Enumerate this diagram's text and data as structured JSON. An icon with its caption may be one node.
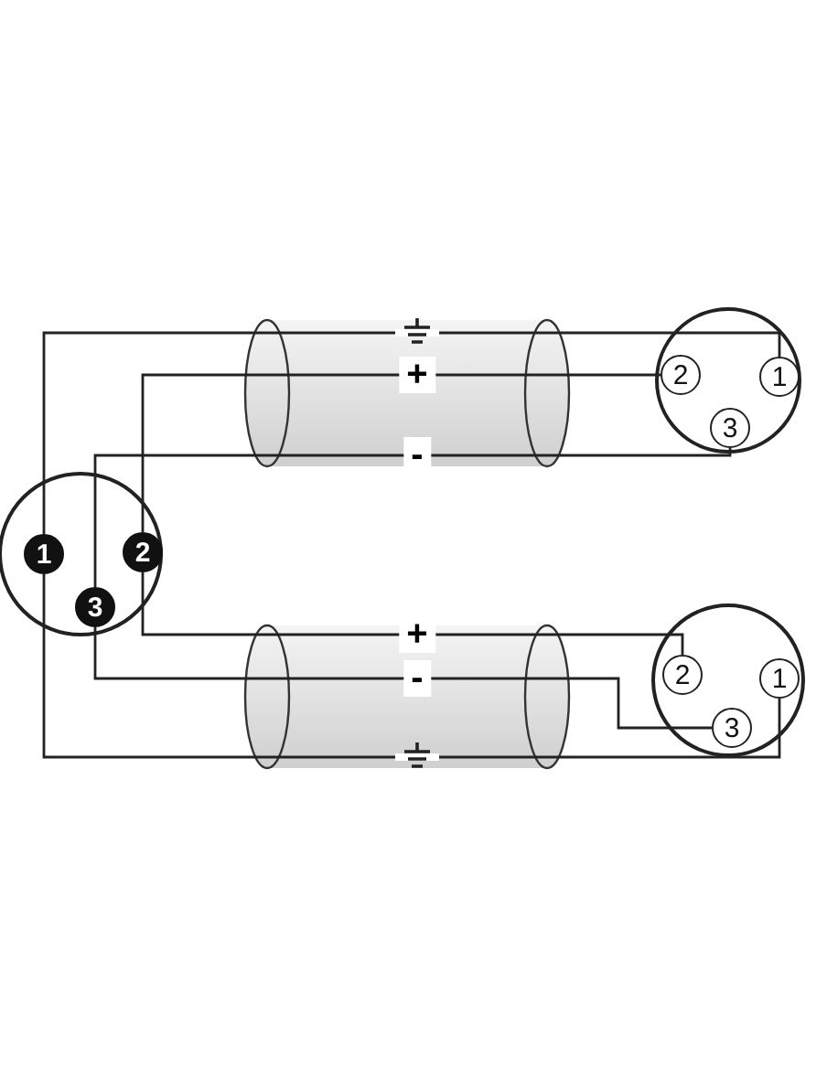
{
  "diagram": {
    "nodes": [
      {
        "text": [],
        "shape": "circle"
      },
      {
        "text": [
          "2"
        ],
        "in": 0
      },
      {
        "text": [
          "1"
        ],
        "in": 0
      },
      {
        "text": [
          "3"
        ],
        "in": 0
      },
      {
        "text": [],
        "shape": "circle"
      },
      {
        "text": [
          "1"
        ],
        "in": 4
      },
      {
        "text": [
          "2"
        ],
        "in": 4
      },
      {
        "text": [
          "3"
        ],
        "in": 4
      },
      {
        "text": [],
        "shape": "circle"
      },
      {
        "text": [
          "2"
        ],
        "in": 8
      },
      {
        "text": [
          "1"
        ],
        "in": 8
      },
      {
        "text": [
          "3"
        ],
        "in": 8
      }
    ],
    "edges": [
      {
        "from": 5,
        "to": 2,
        "arrow": "none"
      },
      {
        "from": 6,
        "to": 1,
        "arrow": "none",
        "label": "+"
      },
      {
        "from": 7,
        "to": 3,
        "arrow": "none",
        "label": "-"
      },
      {
        "from": 6,
        "to": 9,
        "arrow": "none",
        "label": "+"
      },
      {
        "from": 7,
        "to": 11,
        "arrow": "none",
        "label": "-"
      },
      {
        "from": 5,
        "to": 10,
        "arrow": "none"
      }
    ]
  }
}
